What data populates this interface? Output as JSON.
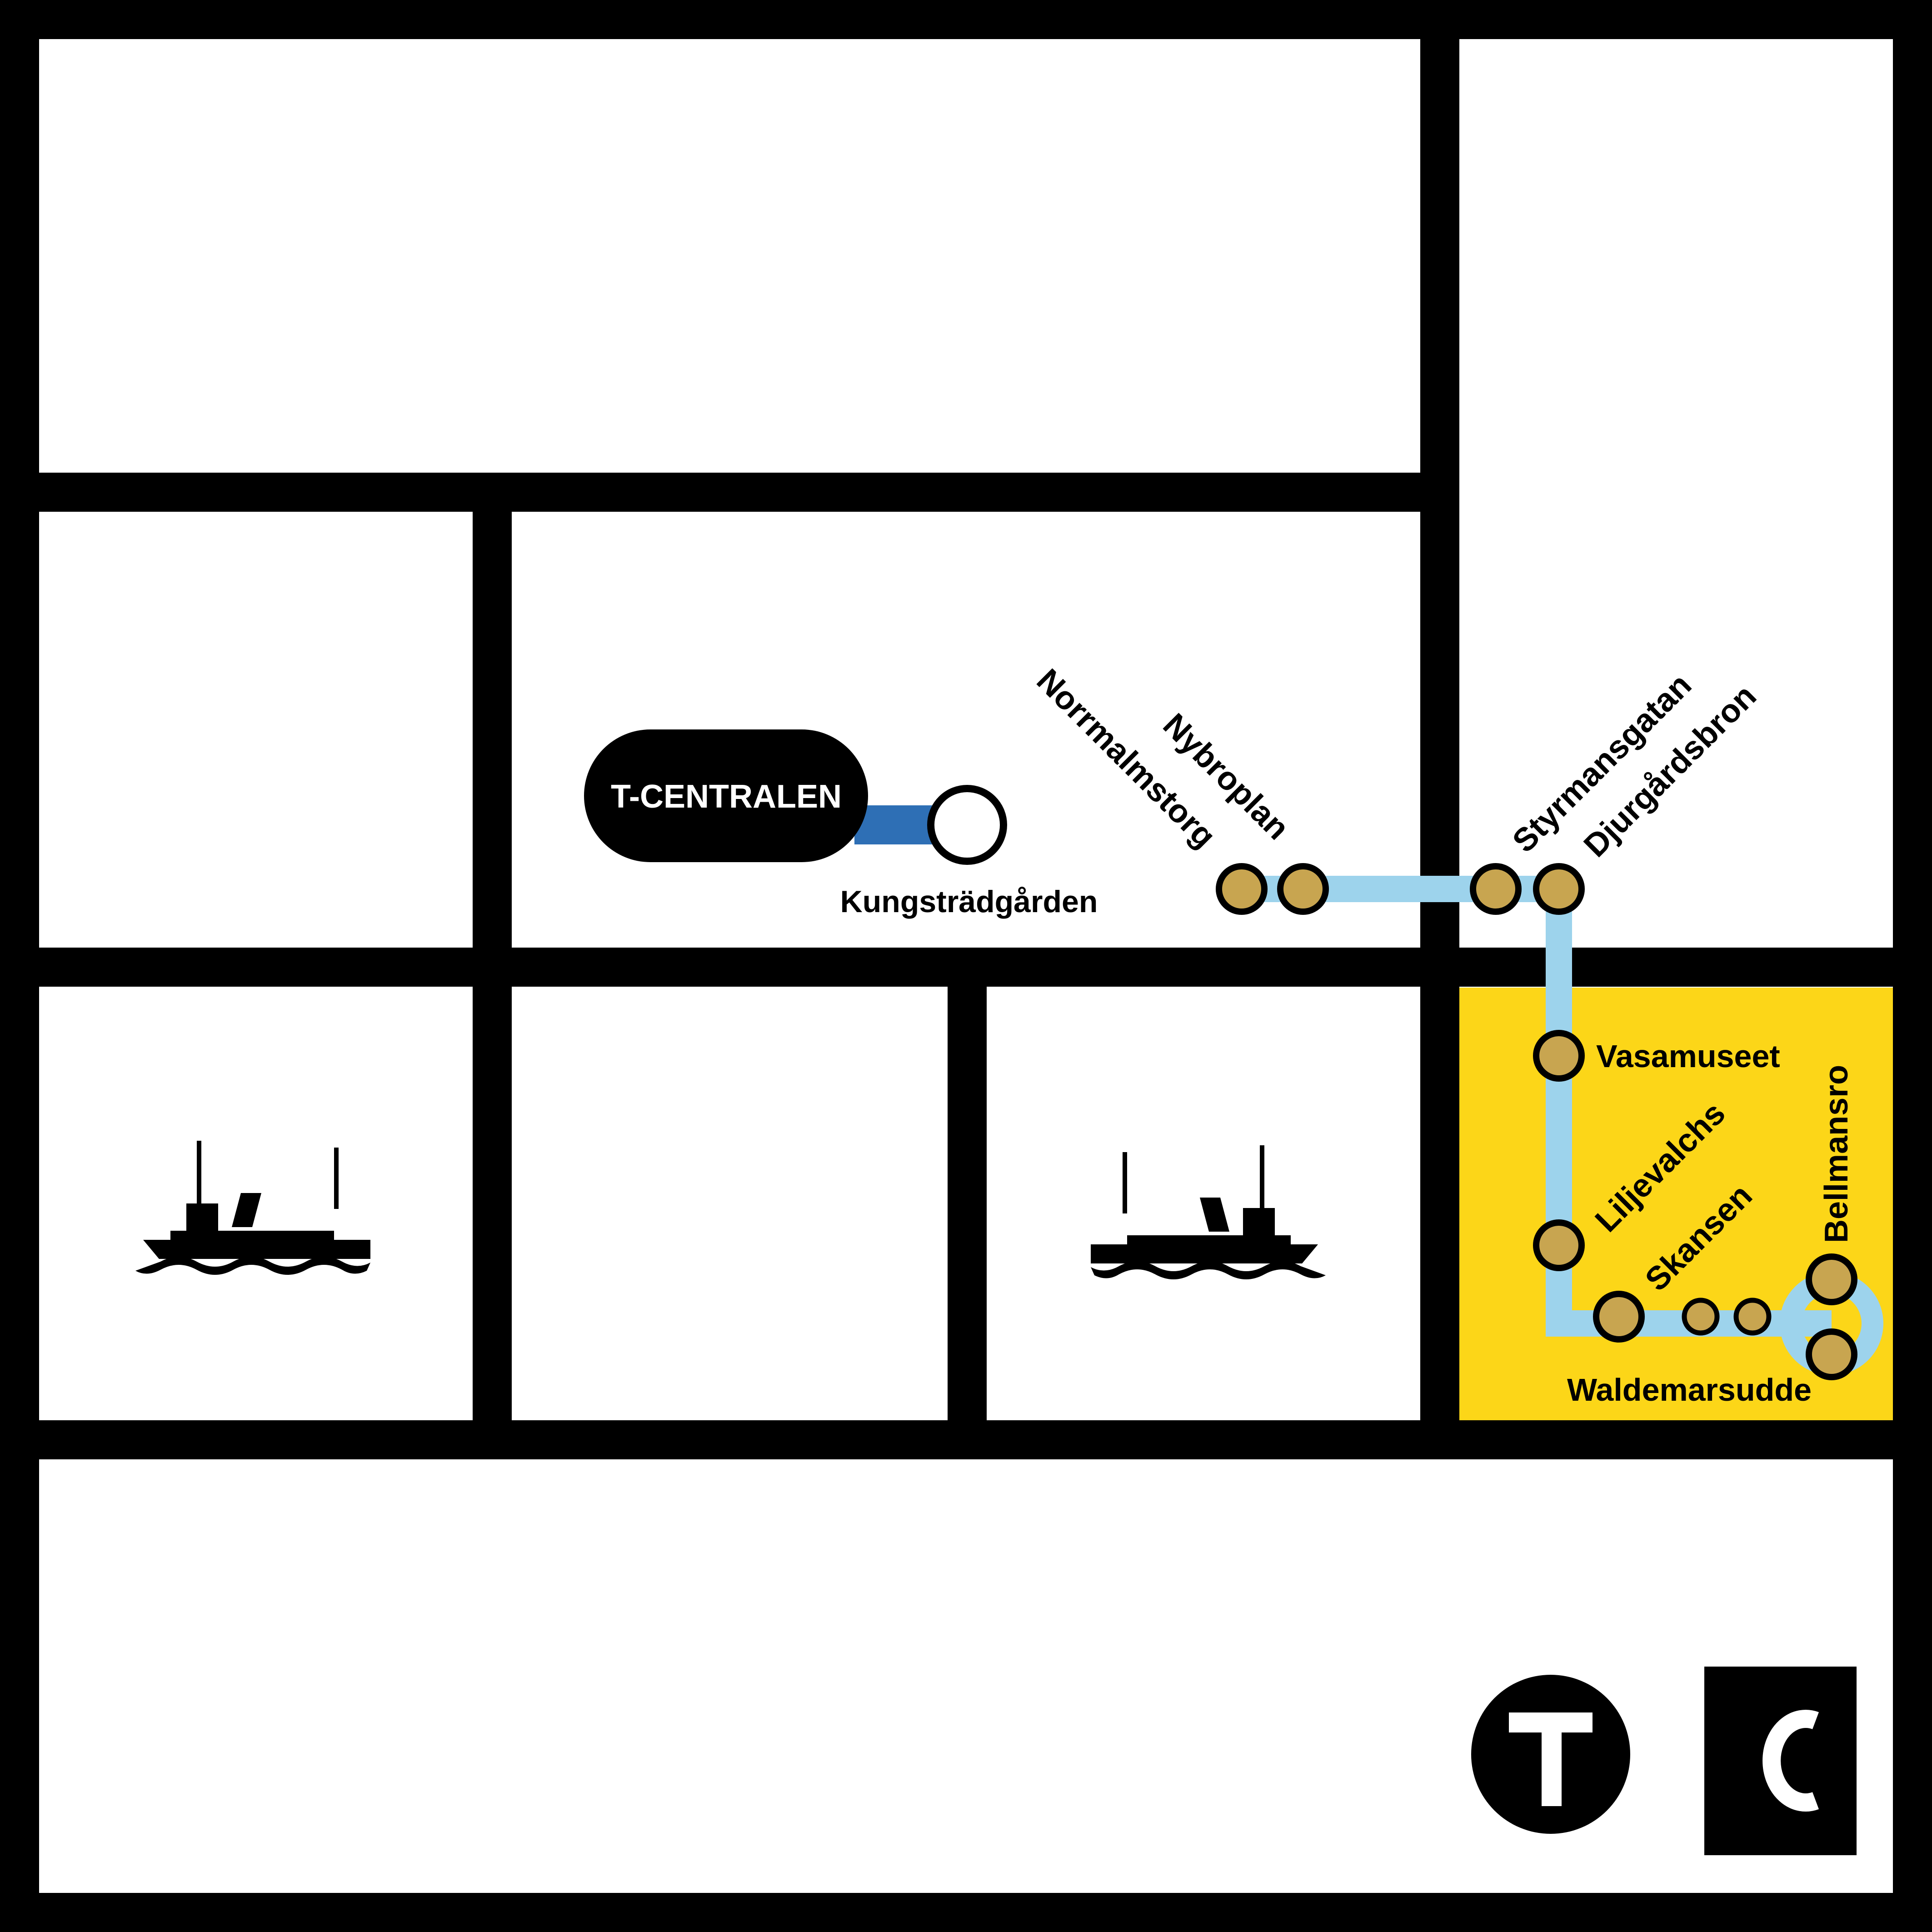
{
  "colors": {
    "frame": "#000000",
    "background": "#ffffff",
    "zone_yellow": "#fcd618",
    "tram_line": "#9dd3ec",
    "metro_connector": "#2e6fb5",
    "station_fill": "#c8a550"
  },
  "terminus": {
    "label": "T-CENTRALEN"
  },
  "stations": [
    {
      "id": "kungstradgarden",
      "label": "Kungsträdgården"
    },
    {
      "id": "norrmalmstorg",
      "label": "Norrmalmstorg"
    },
    {
      "id": "nybroplan",
      "label": "Nybroplan"
    },
    {
      "id": "styrmansgatan",
      "label": "Styrmansgatan"
    },
    {
      "id": "djurgardsbron",
      "label": "Djurgårdsbron"
    },
    {
      "id": "vasamuseet",
      "label": "Vasamuseet"
    },
    {
      "id": "liljevalchs",
      "label": "Liljevalchs"
    },
    {
      "id": "skansen",
      "label": "Skansen"
    },
    {
      "id": "waldemarsudde",
      "label": "Waldemarsudde"
    },
    {
      "id": "bellmansro",
      "label": "Bellmansro"
    }
  ],
  "icons": [
    "ferry-icon",
    "ferry-icon",
    "metro-t-logo-icon",
    "commuter-c-logo-icon"
  ],
  "logos": {
    "metro": "T",
    "commuter": "C"
  }
}
